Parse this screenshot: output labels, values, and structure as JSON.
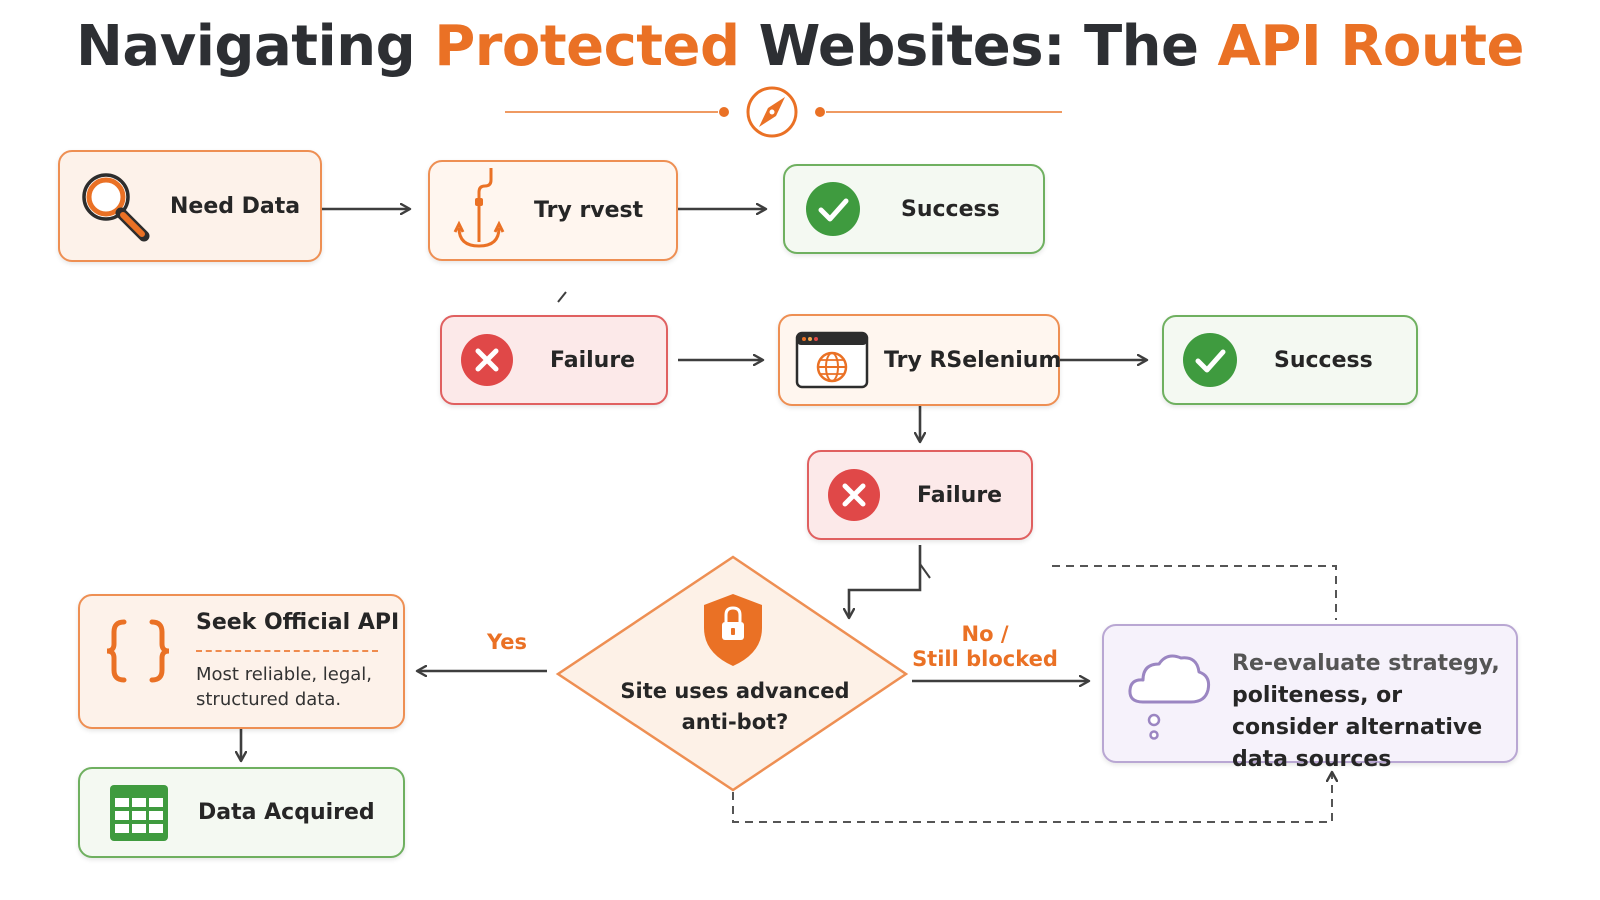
{
  "title": {
    "part1": "Navigating",
    "part2": "Protected",
    "part3": "Websites: The",
    "part4": "API Route"
  },
  "nodes": {
    "need_data": "Need Data",
    "try_rvest": "Try rvest",
    "success_1": "Success",
    "failure_1": "Failure",
    "try_rselenium": "Try RSelenium",
    "success_2": "Success",
    "failure_2": "Failure",
    "decision": "Site uses advanced anti-bot?",
    "seek_api_title": "Seek Official API",
    "seek_api_desc": "Most reliable, legal, structured data.",
    "data_acquired": "Data Acquired",
    "reevaluate_prefix": "Re-evaluate strategy,",
    "reevaluate_rest": "politeness, or consider alternative data sources"
  },
  "edges": {
    "yes": "Yes",
    "no_line1": "No /",
    "no_line2": "Still blocked"
  },
  "colors": {
    "accent": "#ea7125",
    "success": "#3f9b3f",
    "failure": "#e04848",
    "arrow": "#3e3e3e"
  }
}
